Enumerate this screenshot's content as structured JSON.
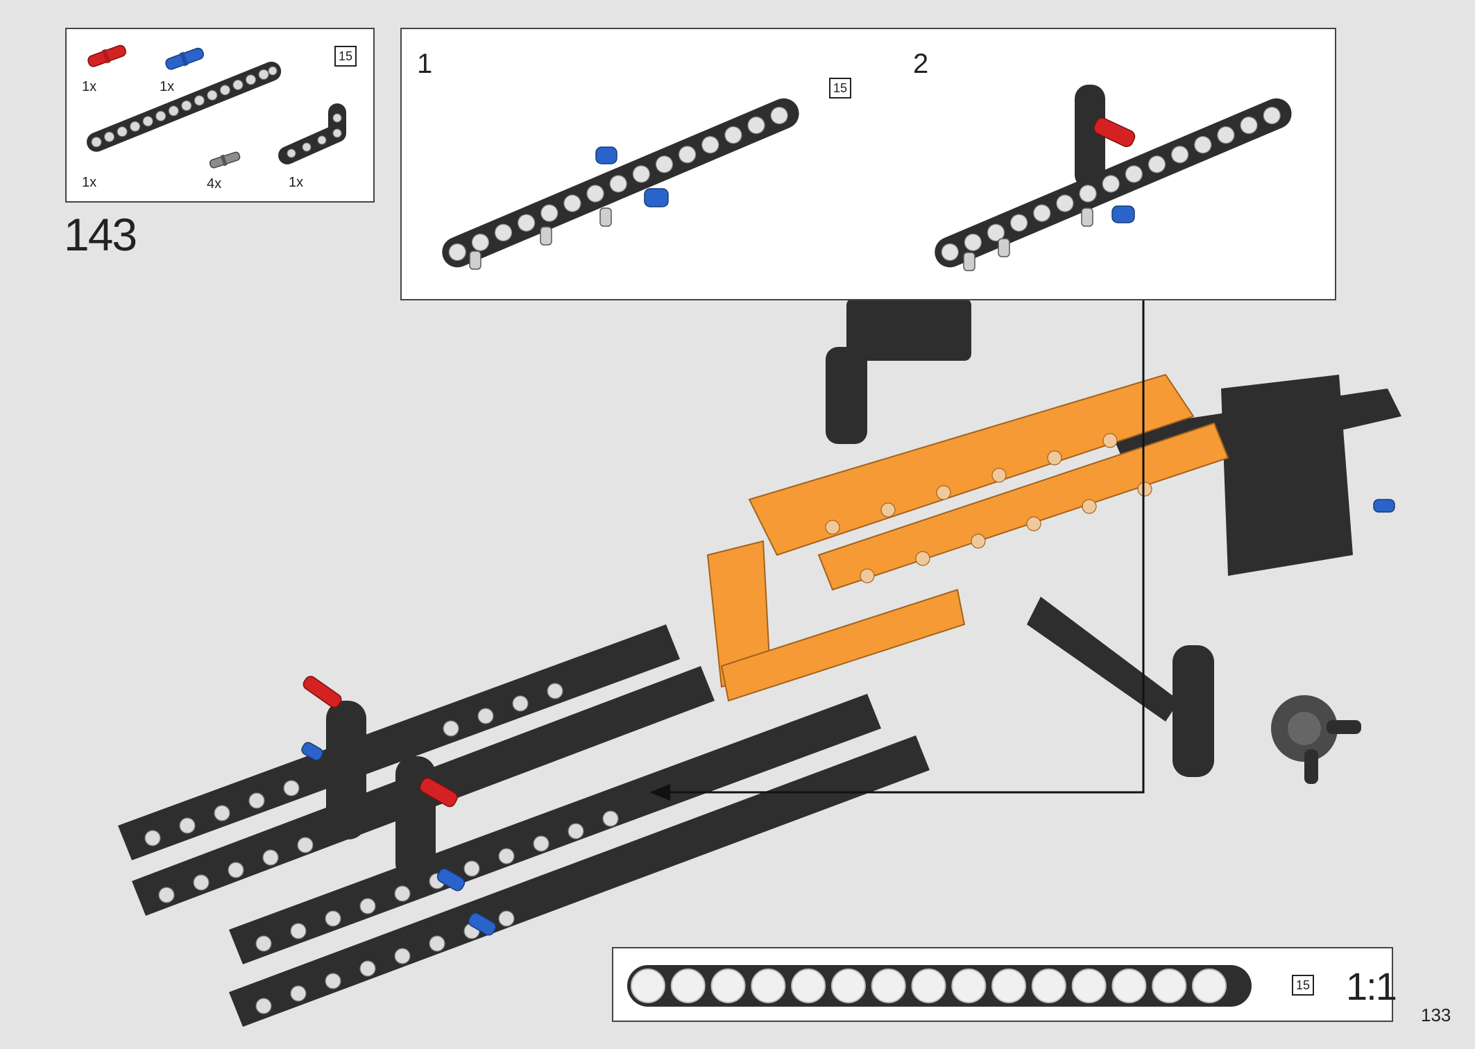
{
  "step": {
    "number": "143",
    "page_number": "133"
  },
  "parts_list": {
    "items": [
      {
        "name": "red-connector-pin",
        "color": "#d42222",
        "quantity": "1x"
      },
      {
        "name": "blue-axle-pin",
        "color": "#2a63c9",
        "quantity": "1x"
      },
      {
        "name": "beam-15",
        "color": "#2e2e2e",
        "quantity": "1x",
        "length_label": "15"
      },
      {
        "name": "gray-axle-pin",
        "color": "#8c8c8c",
        "quantity": "4x"
      },
      {
        "name": "angled-beam",
        "color": "#2e2e2e",
        "quantity": "1x"
      }
    ]
  },
  "callout": {
    "substeps": [
      {
        "label": "1",
        "length_label": "15"
      },
      {
        "label": "2"
      }
    ]
  },
  "scale_reference": {
    "length_label": "15",
    "scale_label": "1:1",
    "holes": 15
  },
  "colors": {
    "background": "#e4e4e4",
    "beam_dark": "#2e2e2e",
    "beam_orange": "#f59a35",
    "pin_red": "#d42222",
    "pin_blue": "#2a63c9"
  }
}
